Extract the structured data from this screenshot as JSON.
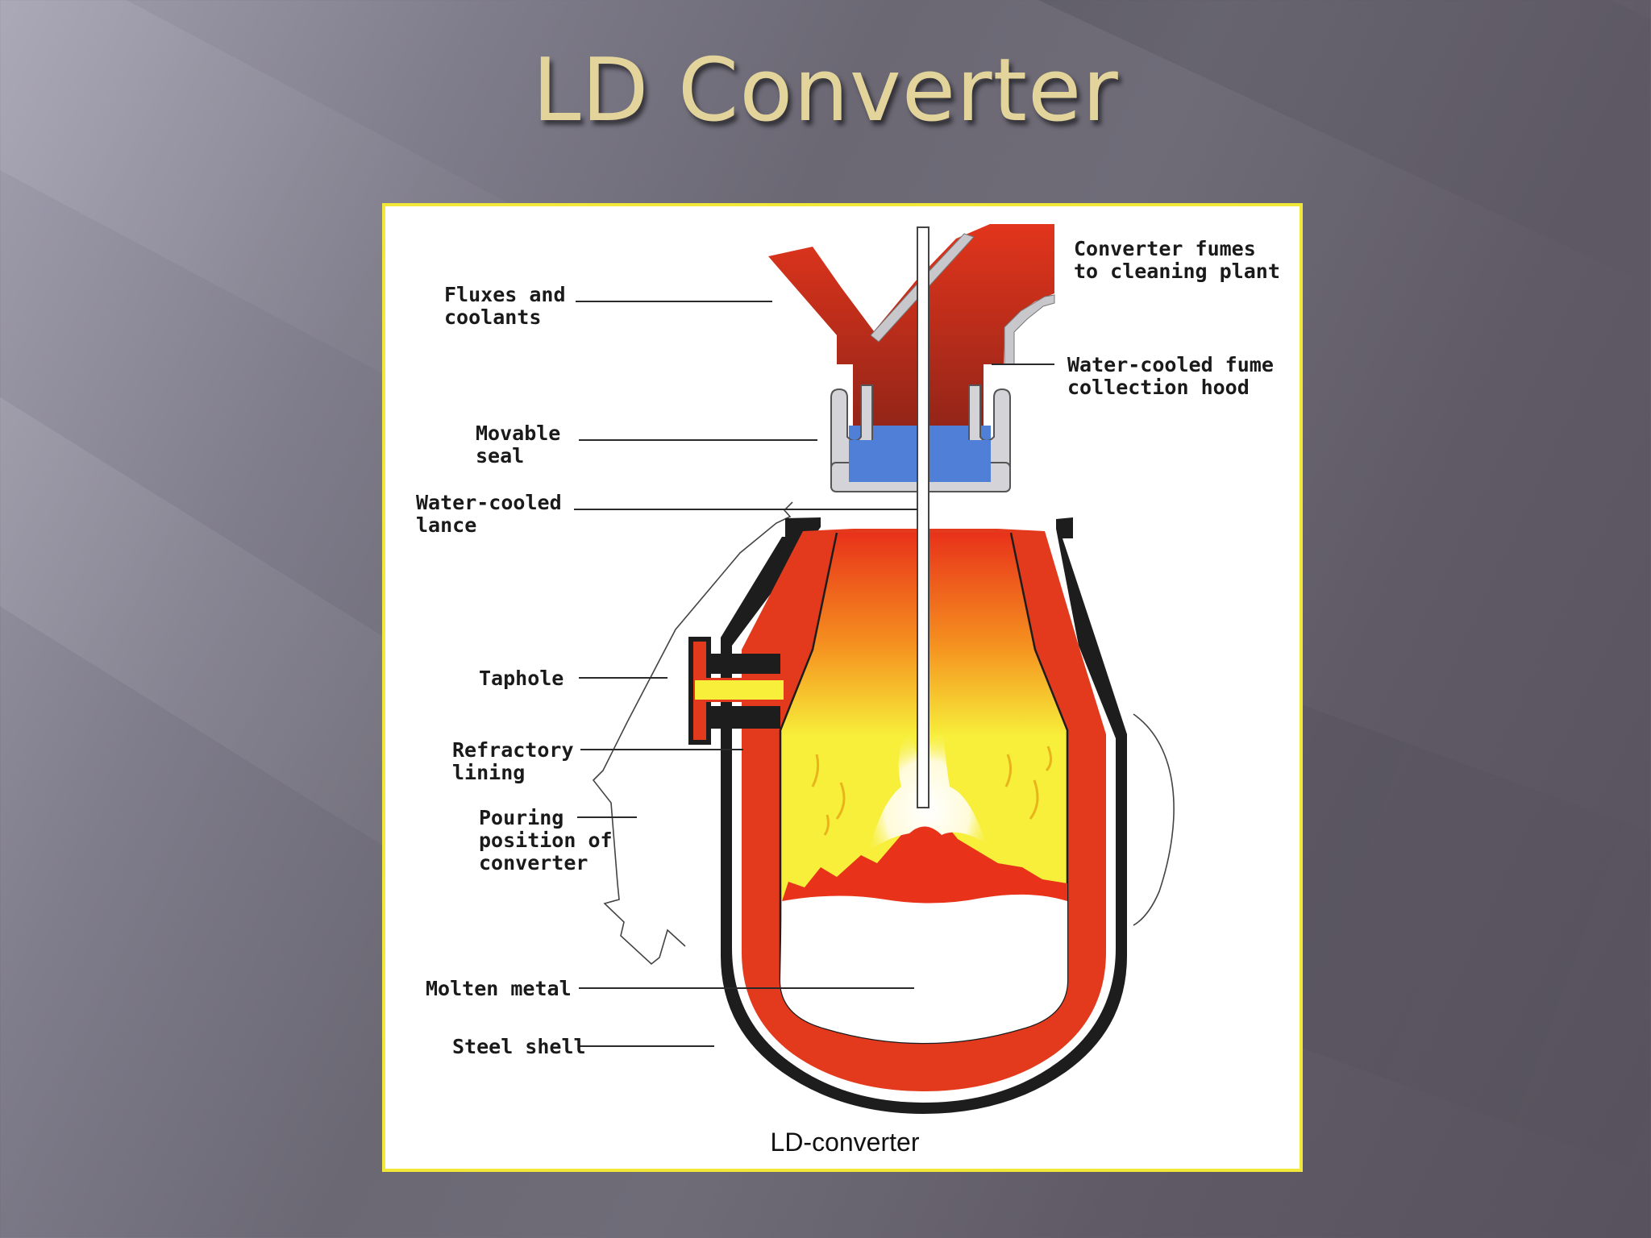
{
  "slide": {
    "title": "LD Converter"
  },
  "diagram": {
    "caption": "LD-converter",
    "labels": {
      "fluxes": [
        "Fluxes and",
        "coolants"
      ],
      "movable_seal": [
        "Movable",
        "seal"
      ],
      "lance": [
        "Water-cooled",
        "lance"
      ],
      "taphole": [
        "Taphole"
      ],
      "refractory": [
        "Refractory",
        "lining"
      ],
      "pouring": [
        "Pouring",
        "position of",
        "converter"
      ],
      "molten": [
        "Molten metal"
      ],
      "shell": [
        "Steel shell"
      ],
      "fumes": [
        "Converter fumes",
        "to cleaning plant"
      ],
      "hood": [
        "Water-cooled fume",
        "collection hood"
      ]
    }
  },
  "colors": {
    "title": "#e3d49c",
    "frame": "#f1e83a",
    "refractory": "#e33a1e",
    "flame_yellow": "#f7ef3a",
    "seal_blue": "#4f7fd6"
  }
}
